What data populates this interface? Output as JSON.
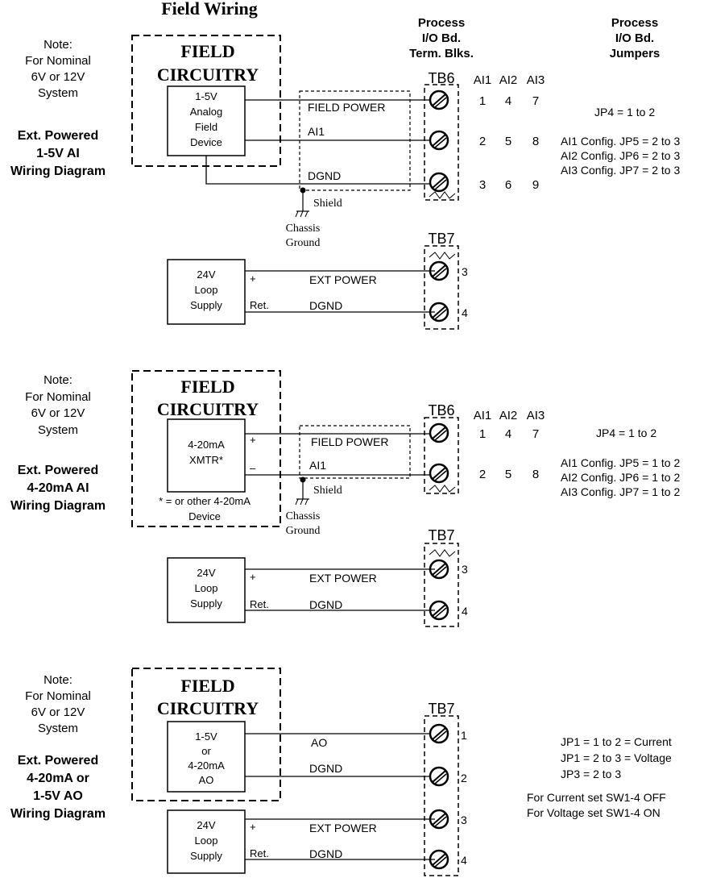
{
  "header": {
    "title": "Field Wiring",
    "process_col": [
      "Process",
      "I/O Bd.",
      "Term. Blks."
    ],
    "jumpers_col": [
      "Process",
      "I/O Bd.",
      "Jumpers"
    ]
  },
  "sections": [
    {
      "note": [
        "Note:",
        "For Nominal",
        "6V or 12V",
        "System"
      ],
      "diagram_title": [
        "Ext. Powered",
        "1-5V AI",
        "Wiring Diagram"
      ],
      "field_title": [
        "FIELD",
        "CIRCUITRY"
      ],
      "device": [
        "1-5V",
        "Analog",
        "Field",
        "Device"
      ],
      "wires": [
        "FIELD POWER",
        "AI1",
        "DGND"
      ],
      "shield": "Shield",
      "chassis": [
        "Chassis",
        "Ground"
      ],
      "tb_top": "TB6",
      "ai_headers": [
        "AI1",
        "AI2",
        "AI3"
      ],
      "ai_rows": [
        [
          "1",
          "4",
          "7"
        ],
        [
          "2",
          "5",
          "8"
        ],
        [
          "3",
          "6",
          "9"
        ]
      ],
      "tb_bottom": "TB7",
      "loop_supply": [
        "24V",
        "Loop",
        "Supply"
      ],
      "plus": "+",
      "ret": "Ret.",
      "supply_wires": [
        "EXT POWER",
        "DGND"
      ],
      "supply_terms": [
        "3",
        "4"
      ],
      "jumpers": [
        "JP4 = 1 to 2",
        "AI1 Config. JP5 = 2 to 3",
        "AI2 Config. JP6 = 2 to 3",
        "AI3 Config. JP7 = 2 to 3"
      ]
    },
    {
      "note": [
        "Note:",
        "For Nominal",
        "6V or 12V",
        "System"
      ],
      "diagram_title": [
        "Ext. Powered",
        "4-20mA AI",
        "Wiring Diagram"
      ],
      "field_title": [
        "FIELD",
        "CIRCUITRY"
      ],
      "device": [
        "4-20mA",
        "XMTR*"
      ],
      "device_plus": "+",
      "device_minus": "–",
      "device_note": [
        "* = or other 4-20mA",
        "Device"
      ],
      "wires": [
        "FIELD POWER",
        "AI1"
      ],
      "shield": "Shield",
      "chassis": [
        "Chassis",
        "Ground"
      ],
      "tb_top": "TB6",
      "ai_headers": [
        "AI1",
        "AI2",
        "AI3"
      ],
      "ai_rows": [
        [
          "1",
          "4",
          "7"
        ],
        [
          "2",
          "5",
          "8"
        ]
      ],
      "tb_bottom": "TB7",
      "loop_supply": [
        "24V",
        "Loop",
        "Supply"
      ],
      "plus": "+",
      "ret": "Ret.",
      "supply_wires": [
        "EXT POWER",
        "DGND"
      ],
      "supply_terms": [
        "3",
        "4"
      ],
      "jumpers": [
        "JP4 = 1 to 2",
        "AI1 Config. JP5 = 1 to 2",
        "AI2 Config. JP6 = 1 to 2",
        "AI3 Config. JP7 = 1 to 2"
      ]
    },
    {
      "note": [
        "Note:",
        "For Nominal",
        "6V or 12V",
        "System"
      ],
      "diagram_title": [
        "Ext. Powered",
        "4-20mA or",
        "1-5V AO",
        "Wiring Diagram"
      ],
      "field_title": [
        "FIELD",
        "CIRCUITRY"
      ],
      "device": [
        "1-5V",
        "or",
        "4-20mA",
        "AO"
      ],
      "wires": [
        "AO",
        "DGND"
      ],
      "tb": "TB7",
      "terms": [
        "1",
        "2",
        "3",
        "4"
      ],
      "loop_supply": [
        "24V",
        "Loop",
        "Supply"
      ],
      "plus": "+",
      "ret": "Ret.",
      "supply_wires": [
        "EXT POWER",
        "DGND"
      ],
      "jumpers": [
        "JP1 = 1 to 2 = Current",
        "JP1 = 2 to 3 = Voltage",
        "JP3 = 2 to 3",
        "For Current set SW1-4 OFF",
        "For Voltage set SW1-4 ON"
      ]
    }
  ]
}
